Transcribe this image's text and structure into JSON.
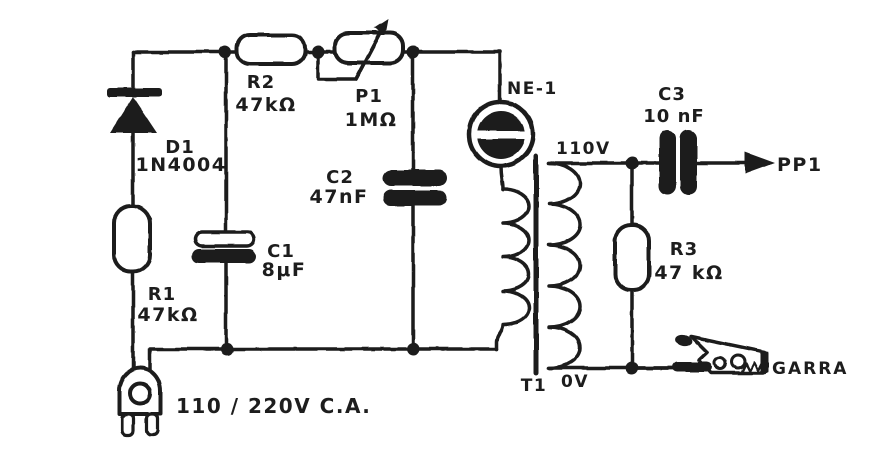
{
  "schematic": {
    "description": "Hand-drawn scanned circuit schematic of a neon-lamp high-voltage tester powered from the AC mains",
    "colors": {
      "ink": "#1d1d1d",
      "paper": "#ffffff"
    },
    "components": {
      "d1": {
        "ref": "D1",
        "value": "1N4004"
      },
      "r1": {
        "ref": "R1",
        "value": "47kΩ"
      },
      "r2": {
        "ref": "R2",
        "value": "47kΩ"
      },
      "p1": {
        "ref": "P1",
        "value": "1MΩ"
      },
      "c1": {
        "ref": "C1",
        "value": "8μF"
      },
      "c2": {
        "ref": "C2",
        "value": "47nF"
      },
      "c3": {
        "ref": "C3",
        "value": "10 nF"
      },
      "r3": {
        "ref": "R3",
        "value": "47 kΩ"
      },
      "ne1": {
        "ref": "NE-1"
      },
      "t1": {
        "ref": "T1",
        "tap_high": "110V",
        "tap_low": "0V"
      },
      "mains_plug": {
        "label": "110 / 220V C.A."
      },
      "output_probe": {
        "label": "PP1"
      },
      "clip": {
        "label": "GARRA"
      }
    }
  }
}
